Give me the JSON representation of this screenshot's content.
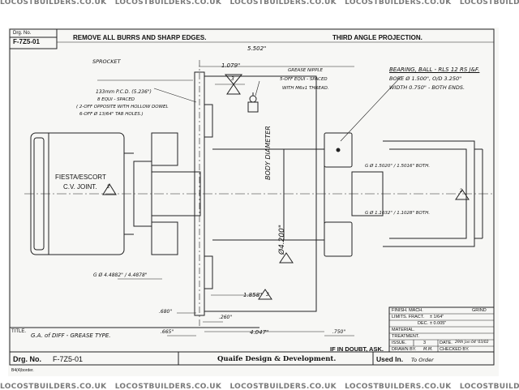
{
  "watermark": {
    "text": "LOCOSTBUILDERS.CO.UK"
  },
  "drawing": {
    "number_box_label": "Drg. No.",
    "number_box_value": "F-7Z5-01",
    "header_note": "REMOVE ALL BURRS AND SHARP EDGES.",
    "projection": "THIRD ANGLE PROJECTION.",
    "title_label": "TITLE.",
    "title_value": "G.A. of DIFF - GREASE TYPE.",
    "in_doubt": "IF IN DOUBT, ASK.",
    "footer_drg_label": "Drg. No.",
    "footer_drg_value": "F-7Z5-01",
    "company": "Quaife Design & Development.",
    "used_in_label": "Used In.",
    "used_in_value": "To Order",
    "border_note": "B4(4)border."
  },
  "annotations": {
    "sprocket": "SPROCKET",
    "pcd": "133mm P.C.D. (5.236\")",
    "equi_spaced": "8 EQUI - SPACED",
    "hollow_dowel": "( 2-OFF OPPOSITE WITH HOLLOW DOWEL",
    "tab_holes": "6-OFF Ø 13/64\" TAB HOLES.)",
    "dim_5502": "5.502\"",
    "dim_1079": "1.079\"",
    "grease_nipple": "GREASE NIPPLE",
    "grease_nipple_2": "5-OFF EQUI - SPACED",
    "grease_nipple_3": "WITH M6x1 THREAD.",
    "bearing_1": "BEARING, BALL - RLS 12 RS J&F.",
    "bearing_2": "BORE Ø 1.500\", O/D 3.250\"",
    "bearing_3": "WIDTH 0.750\" - BOTH ENDS.",
    "joint_1": "FIESTA/ESCORT",
    "joint_2": "C.V. JOINT.",
    "body_diameter": "BODY DIAMETER",
    "dia_4200": "Ø4.200\"",
    "g_dia_top": "G Ø 1.5020\" / 1.5016\" BOTH.",
    "g_dia_bot": "G Ø 1.1032\" / 1.1028\" BOTH.",
    "g_dia_left": "G Ø 4.4882\" / 4.4878\"",
    "dim_1858": "1.858\"",
    "dim_680": ".680\"",
    "dim_260": ".260\"",
    "dim_665": ".665\"",
    "dim_4047": "4.047\"",
    "dim_750": ".750\"",
    "tri_3": "3",
    "tri_2": "2"
  },
  "title_block": {
    "finish_label": "FINISH. MACH.",
    "finish_value": "GRIND",
    "limits_label": "LIMITS. FRACT.",
    "limits_fract": "± 1/64\"",
    "dec_label": "DEC.",
    "dec_value": "± 0.005\"",
    "material_label": "MATERIAL.",
    "treatment_label": "TREATMENT.",
    "issue_label": "ISSUE.",
    "issue_value": "3",
    "date_label": "DATE.",
    "date_value": "29th Jan 04 '03/02",
    "drawn_label": "DRAWN BY.",
    "drawn_value": "M.M.",
    "checked_label": "CHECKED BY."
  }
}
